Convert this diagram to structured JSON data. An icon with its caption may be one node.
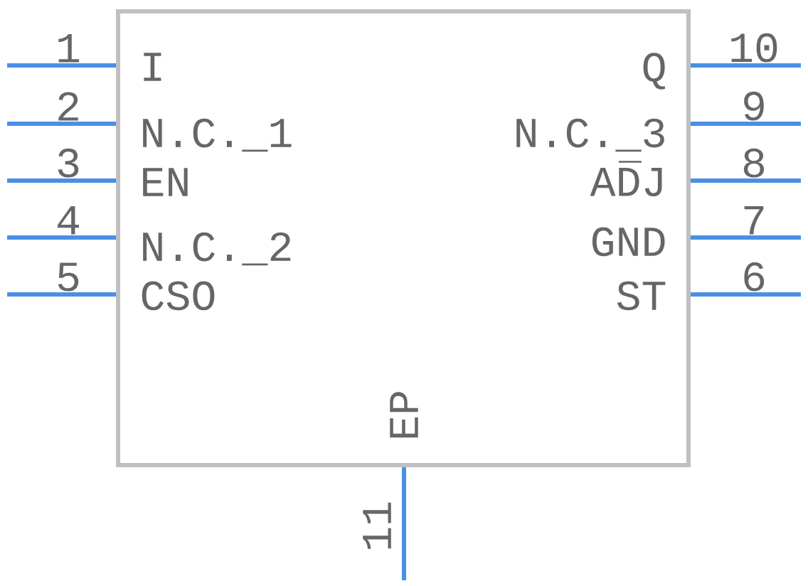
{
  "diagram": {
    "nodes": [
      {
        "text": [],
        "shape": "box"
      }
    ],
    "labels": [
      "1",
      "10",
      "I",
      "Q",
      "2",
      "9",
      "N.C._1",
      "N.C._3",
      "3",
      "8",
      "EN",
      "ADJ",
      "4",
      "7",
      "N.C._2",
      "GND",
      "5",
      "6",
      "CSO",
      "ST",
      "EP",
      "11"
    ]
  }
}
